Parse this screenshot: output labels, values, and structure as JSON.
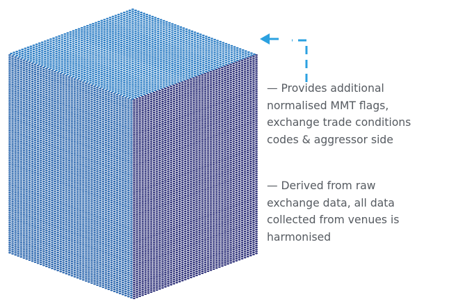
{
  "colors": {
    "top_face": "#2f7fc5",
    "left_face": "#2c67ae",
    "right_face": "#2c2f78",
    "arrow": "#2ba1e0",
    "text": "#555a60"
  },
  "descriptions": [
    {
      "lines": [
        "— Provides additional",
        "normalised MMT flags,",
        "exchange trade conditions",
        "codes & aggressor side"
      ]
    },
    {
      "lines": [
        "— Derived from raw",
        "exchange data, all data",
        "collected from venues is",
        "harmonised"
      ]
    }
  ]
}
